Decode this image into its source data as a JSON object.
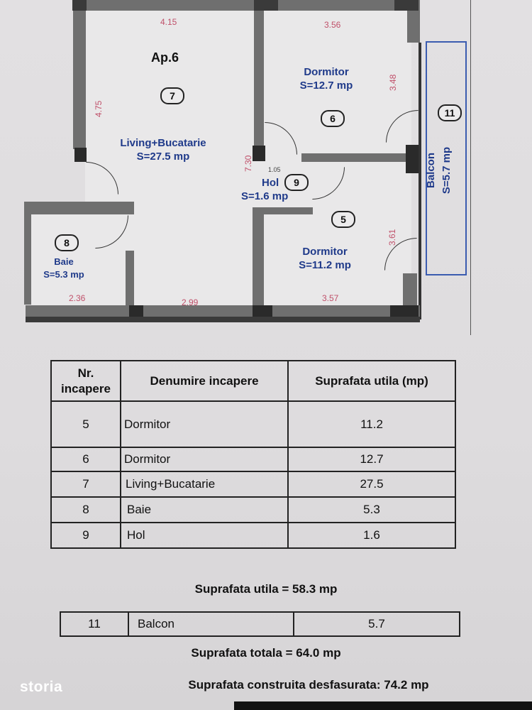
{
  "plan": {
    "apartment_title": "Ap.6",
    "rooms": [
      {
        "number": "7",
        "name": "Living+Bucatarie",
        "area": "S=27.5 mp"
      },
      {
        "number": "6",
        "name": "Dormitor",
        "area": "S=12.7 mp"
      },
      {
        "number": "9",
        "name": "Hol",
        "area": "S=1.6 mp"
      },
      {
        "number": "5",
        "name": "Dormitor",
        "area": "S=11.2 mp"
      },
      {
        "number": "8",
        "name": "Baie",
        "area": "S=5.3 mp"
      },
      {
        "number": "11",
        "name": "Balcon",
        "area": "S=5.7 mp"
      }
    ],
    "dimensions": {
      "living_width": "4.15",
      "living_height": "4.75",
      "bed6_width": "3.56",
      "bed6_height": "3.48",
      "hall_height": "7.30",
      "bed5_height": "3.61",
      "bath_width": "2.36",
      "living_bottom": "2.99",
      "bed5_width": "3.57",
      "hall_small": "1.05"
    }
  },
  "table": {
    "headers": [
      "Nr. incapere",
      "Denumire incapere",
      "Suprafata utila (mp)"
    ],
    "rows": [
      {
        "nr": "5",
        "name": "Dormitor",
        "area": "11.2"
      },
      {
        "nr": "6",
        "name": "Dormitor",
        "area": "12.7"
      },
      {
        "nr": "7",
        "name": "Living+Bucatarie",
        "area": "27.5"
      },
      {
        "nr": "8",
        "name": "Baie",
        "area": "5.3"
      },
      {
        "nr": "9",
        "name": "Hol",
        "area": "1.6"
      }
    ]
  },
  "summary": {
    "useful_area": "Suprafata utila = 58.3 mp",
    "balcony_row": {
      "nr": "11",
      "name": "Balcon",
      "area": "5.7"
    },
    "total_area": "Suprafata totala = 64.0  mp",
    "built_area": "Suprafata construita desfasurata: 74.2 mp"
  },
  "watermark": "storia"
}
